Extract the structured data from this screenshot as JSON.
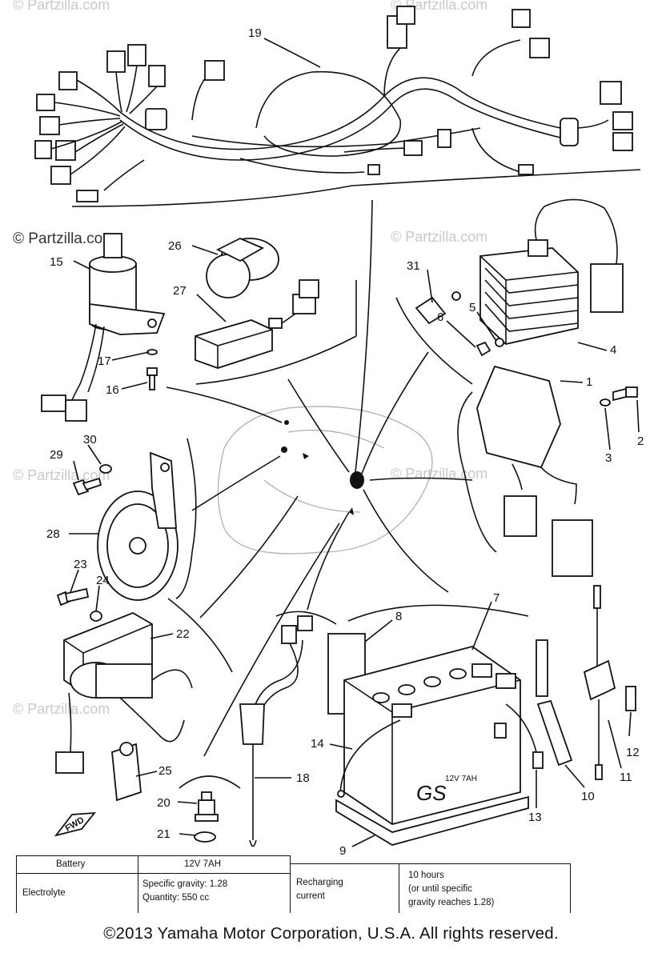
{
  "watermark": {
    "main": "© Partzilla.com",
    "faint": "© Partzilla.com"
  },
  "callouts": [
    "19",
    "15",
    "26",
    "27",
    "17",
    "16",
    "31",
    "6",
    "5",
    "4",
    "1",
    "2",
    "3",
    "30",
    "29",
    "28",
    "23",
    "24",
    "22",
    "8",
    "7",
    "14",
    "25",
    "20",
    "21",
    "18",
    "9",
    "13",
    "10",
    "11",
    "12"
  ],
  "fwd_label": "FWD",
  "battery_label": "GS",
  "battery_spec": "12V 7AH",
  "spec_table": {
    "battery_label": "Battery",
    "battery_value": "12V 7AH",
    "electrolyte_label": "Electrolyte",
    "specific_gravity": "Specific gravity: 1.28",
    "quantity": "Quantity: 550 cc",
    "recharging_label_1": "Recharging",
    "recharging_label_2": "current",
    "recharging_time": "10 hours",
    "recharging_note_1": "(or until specific",
    "recharging_note_2": "gravity reaches 1.28)"
  },
  "copyright": "©2013 Yamaha Motor Corporation, U.S.A. All rights reserved."
}
